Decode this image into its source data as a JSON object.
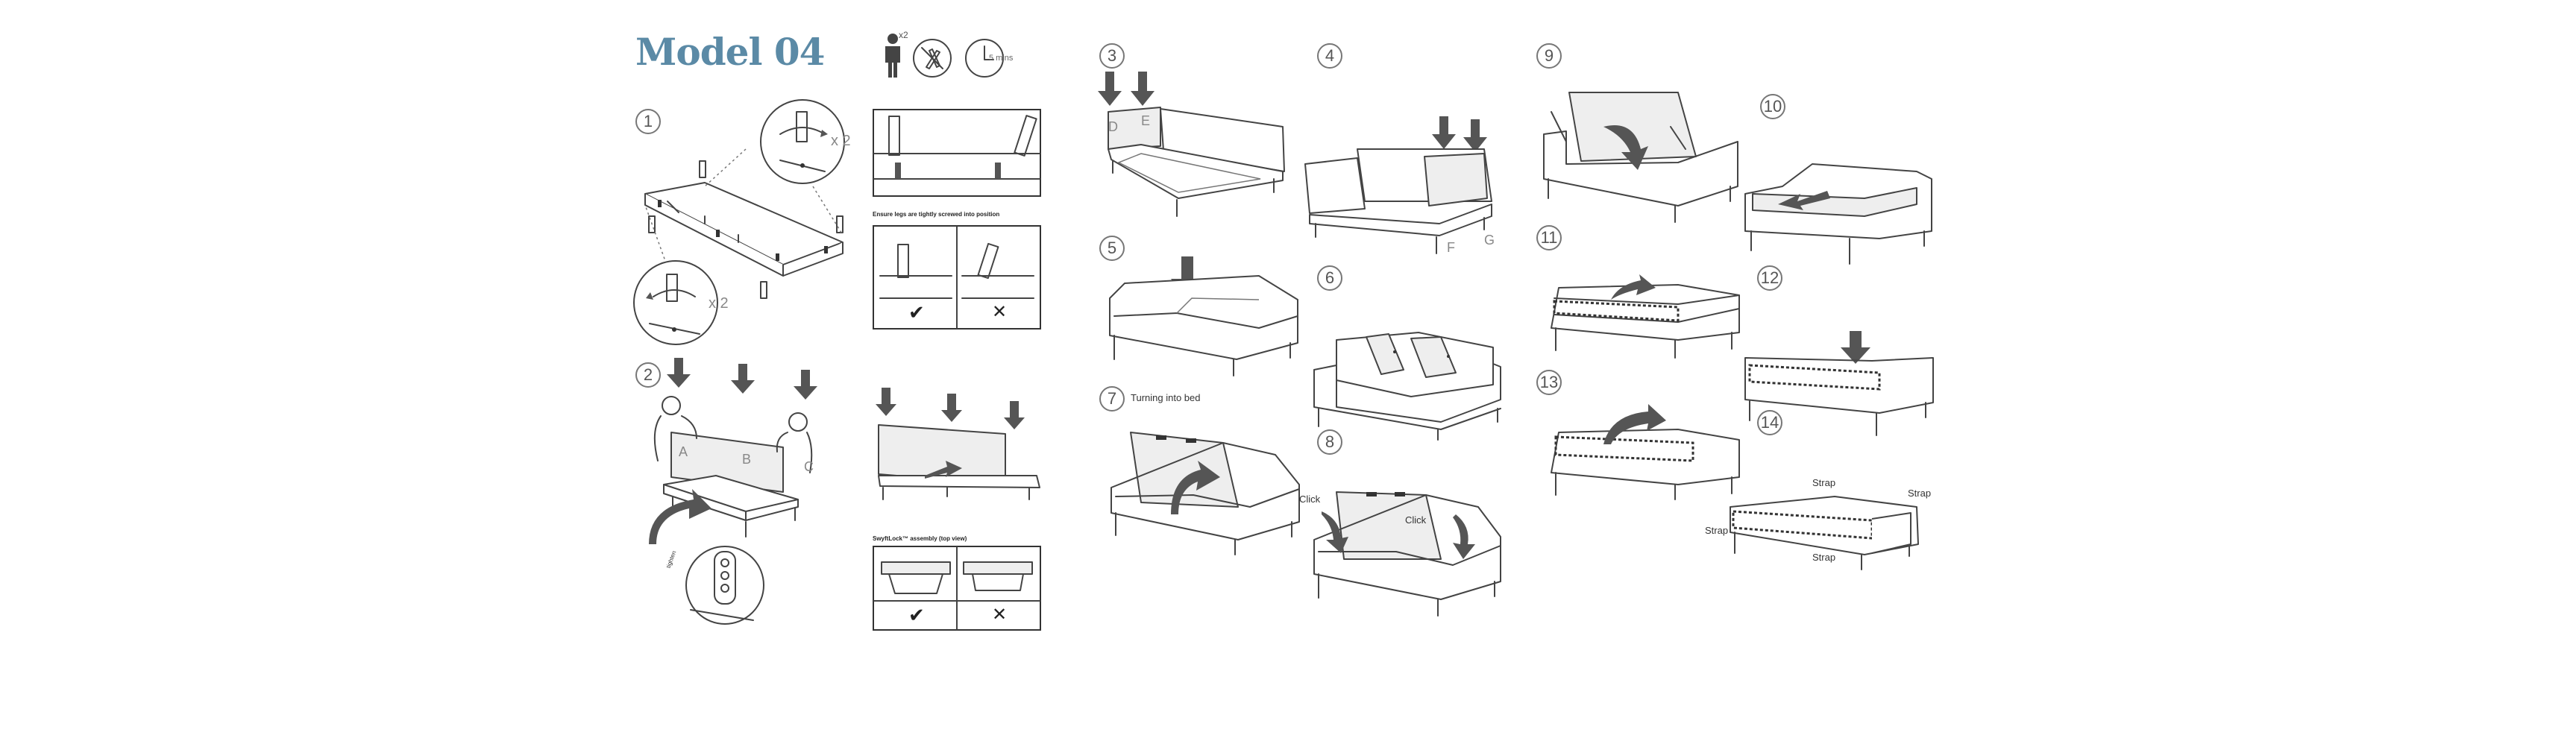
{
  "header": {
    "title": "Model 04",
    "people_count": "x2",
    "time_label": "5 mins"
  },
  "steps": [
    "1",
    "2",
    "3",
    "4",
    "5",
    "6",
    "7",
    "8",
    "9",
    "10",
    "11",
    "12",
    "13",
    "14"
  ],
  "step1": {
    "qty_top": "x 2",
    "qty_bottom": "x 2"
  },
  "step2": {
    "labels": [
      "A",
      "B",
      "C"
    ],
    "rotate_note": "tighten"
  },
  "legs_note": "Ensure legs are tightly screwed into position",
  "lock_note": "SwyftLock™ assembly (top view)",
  "marks": {
    "correct": "✔",
    "wrong": "✕"
  },
  "step3": {
    "labels": [
      "D",
      "E"
    ]
  },
  "step4": {
    "labels": [
      "F",
      "G"
    ]
  },
  "step7": {
    "caption": "Turning into bed"
  },
  "step8": {
    "click_left": "Click",
    "click_right": "Click"
  },
  "step14": {
    "strap_top": "Strap",
    "strap_right": "Strap",
    "strap_left": "Strap",
    "strap_bottom": "Strap"
  },
  "icons": [
    "person-icon",
    "no-tools-icon",
    "clock-icon",
    "checkmark-icon",
    "cross-icon",
    "down-arrow-icon",
    "curved-arrow-icon"
  ]
}
